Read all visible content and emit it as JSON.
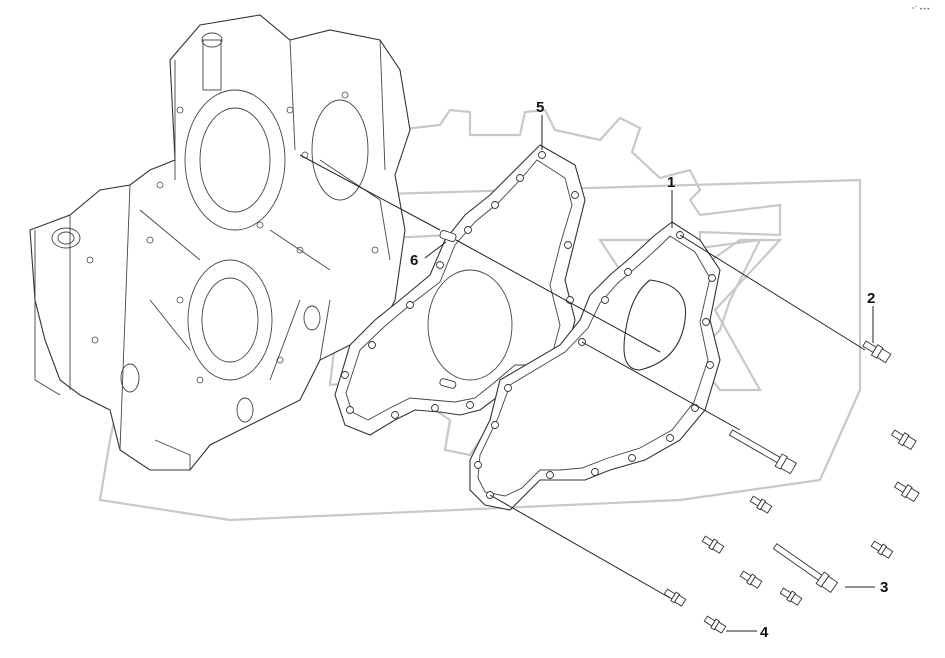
{
  "page_marker": "ᵒˇ •••",
  "callouts": [
    {
      "id": "callout-1",
      "label": "1"
    },
    {
      "id": "callout-2",
      "label": "2"
    },
    {
      "id": "callout-3",
      "label": "3"
    },
    {
      "id": "callout-4",
      "label": "4"
    },
    {
      "id": "callout-5",
      "label": "5"
    },
    {
      "id": "callout-6",
      "label": "6"
    }
  ],
  "watermark": {
    "text": "OPEX",
    "color": "#c8c8c8"
  },
  "colors": {
    "line": "#222222",
    "background": "#ffffff"
  }
}
